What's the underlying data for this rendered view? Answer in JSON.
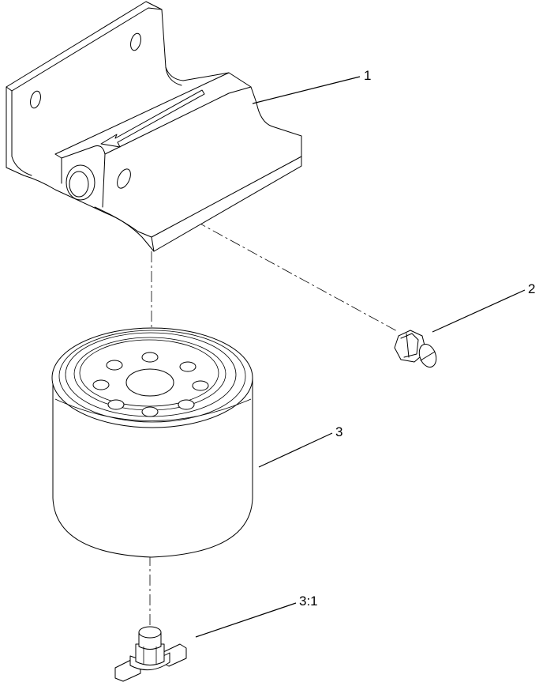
{
  "callouts": {
    "bracket": "1",
    "drain_plug": "2",
    "filter": "3",
    "filter_drain": "3:1"
  }
}
